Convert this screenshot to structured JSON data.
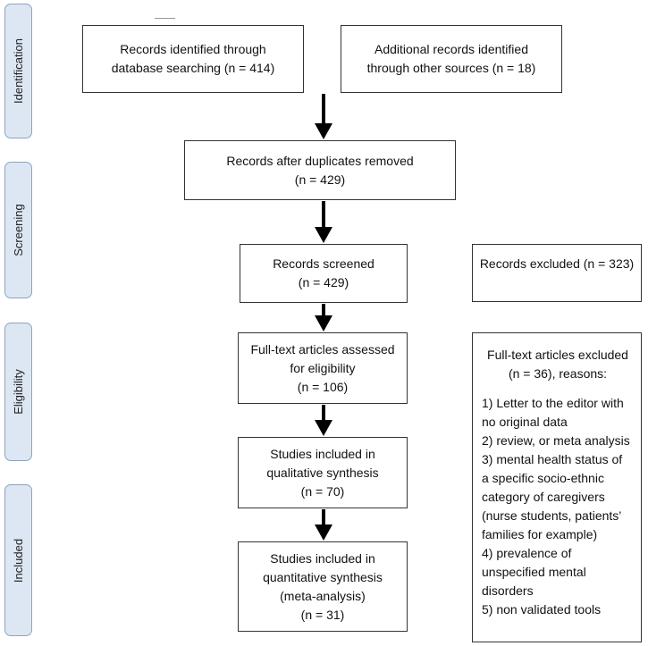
{
  "phases": {
    "identification": "Identification",
    "screening": "Screening",
    "eligibility": "Eligibility",
    "included": "Included"
  },
  "boxes": {
    "database": [
      "Records identified through",
      "database searching (n = 414)"
    ],
    "other_sources": [
      "Additional records identified",
      "through other sources (n = 18)"
    ],
    "duplicates": [
      "Records after duplicates removed",
      "(n = 429)"
    ],
    "screened": [
      "Records screened",
      "(n = 429)"
    ],
    "excluded": [
      "Records excluded (n = 323)"
    ],
    "fulltext": [
      "Full-text articles assessed",
      "for eligibility",
      "(n = 106)"
    ],
    "qualitative": [
      "Studies included in",
      "qualitative synthesis",
      "(n = 70)"
    ],
    "quantitative": [
      "Studies included in",
      "quantitative synthesis",
      "(meta-analysis)",
      "(n = 31)"
    ],
    "fulltext_excluded": {
      "header": [
        "Full-text articles excluded",
        "(n = 36), reasons:"
      ],
      "reasons": [
        "1) Letter to the editor with",
        "no original data",
        "2) review, or meta analysis",
        "3) mental health status of",
        "a specific socio-ethnic",
        "category of caregivers",
        "(nurse students, patients’",
        "families for example)",
        "4) prevalence of",
        "unspecified mental",
        "disorders",
        "5) non validated tools"
      ]
    }
  }
}
